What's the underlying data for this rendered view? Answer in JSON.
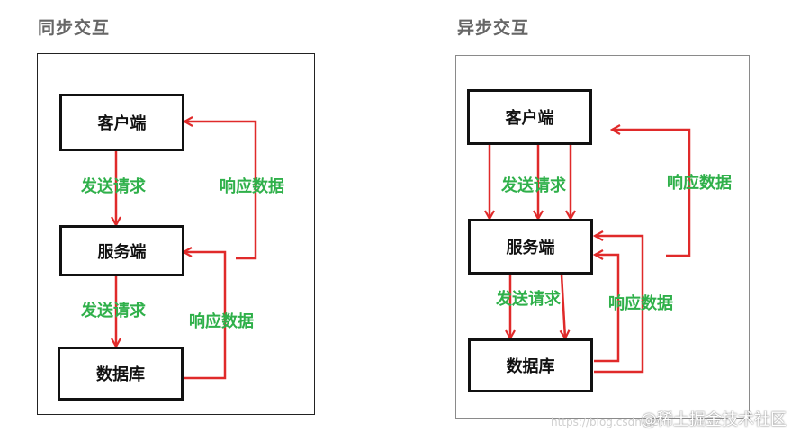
{
  "sync": {
    "heading": "同步交互",
    "nodes": {
      "client": "客户端",
      "server": "服务端",
      "database": "数据库"
    },
    "labels": {
      "request_1": "发送请求",
      "response_1": "响应数据",
      "request_2": "发送请求",
      "response_2": "响应数据"
    }
  },
  "async": {
    "heading": "异步交互",
    "nodes": {
      "client": "客户端",
      "server": "服务端",
      "database": "数据库"
    },
    "labels": {
      "request_1": "发送请求",
      "response_1": "响应数据",
      "request_2": "发送请求",
      "response_2": "响应数据"
    }
  },
  "watermark": "@稀土掘金技术社区",
  "watermark_url": "https://blog.csdn.net",
  "colors": {
    "arrow": "#e02a2a",
    "label": "#2fb04a",
    "heading": "#666666"
  }
}
